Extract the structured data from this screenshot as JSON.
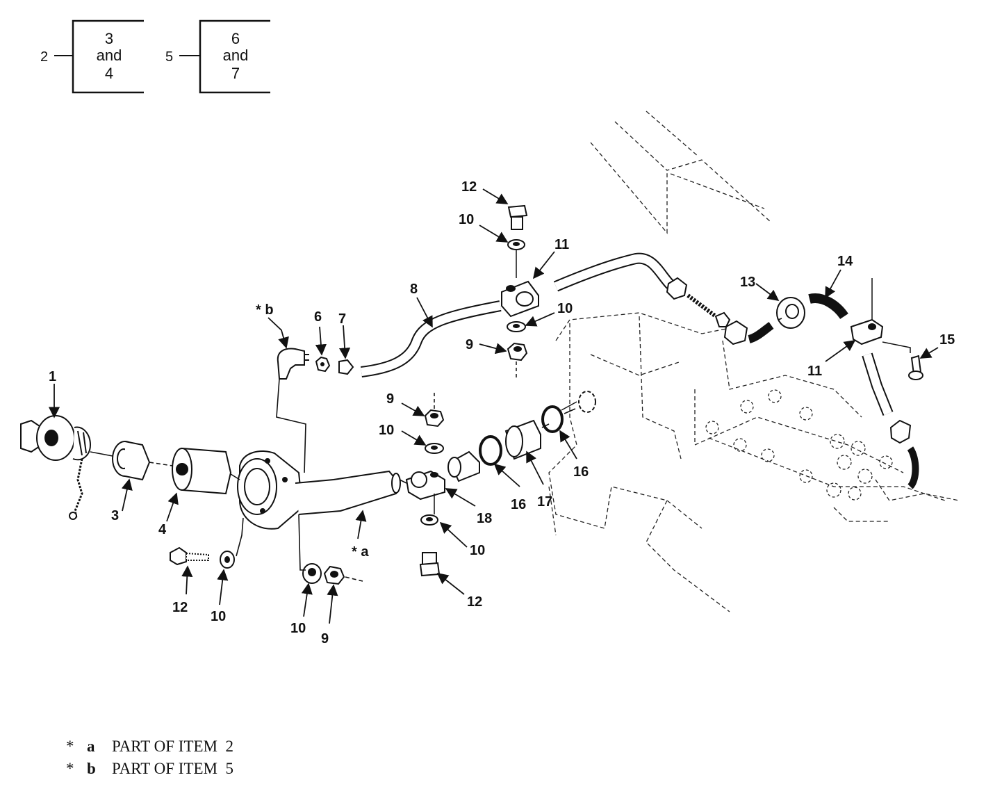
{
  "flow": {
    "left": {
      "lead": "2",
      "box": [
        "3",
        "and",
        "4"
      ]
    },
    "right": {
      "lead": "5",
      "box": [
        "6",
        "and",
        "7"
      ]
    }
  },
  "labels": {
    "i1": "1",
    "i3": "3",
    "i4": "4",
    "i5": "* b",
    "i6": "6",
    "i7": "7",
    "i8": "8",
    "i9_top": "9",
    "i9_mid": "9",
    "i9_bottom": "9",
    "i10_top": "10",
    "i10_upper": "10",
    "i10_mid": "10",
    "i10_lower": "10",
    "i10_left": "10",
    "i10_bottom": "10",
    "i11_top": "11",
    "i11_right": "11",
    "i12_top": "12",
    "i12_left": "12",
    "i12_bottom": "12",
    "i13": "13",
    "i14": "14",
    "i15": "15",
    "i16_a": "16",
    "i16_b": "16",
    "i17": "17",
    "i18": "18",
    "i2": "* a"
  },
  "notes": [
    {
      "star": "*",
      "key": "a",
      "text": "PART OF ITEM  2"
    },
    {
      "star": "*",
      "key": "b",
      "text": "PART OF ITEM  5"
    }
  ]
}
